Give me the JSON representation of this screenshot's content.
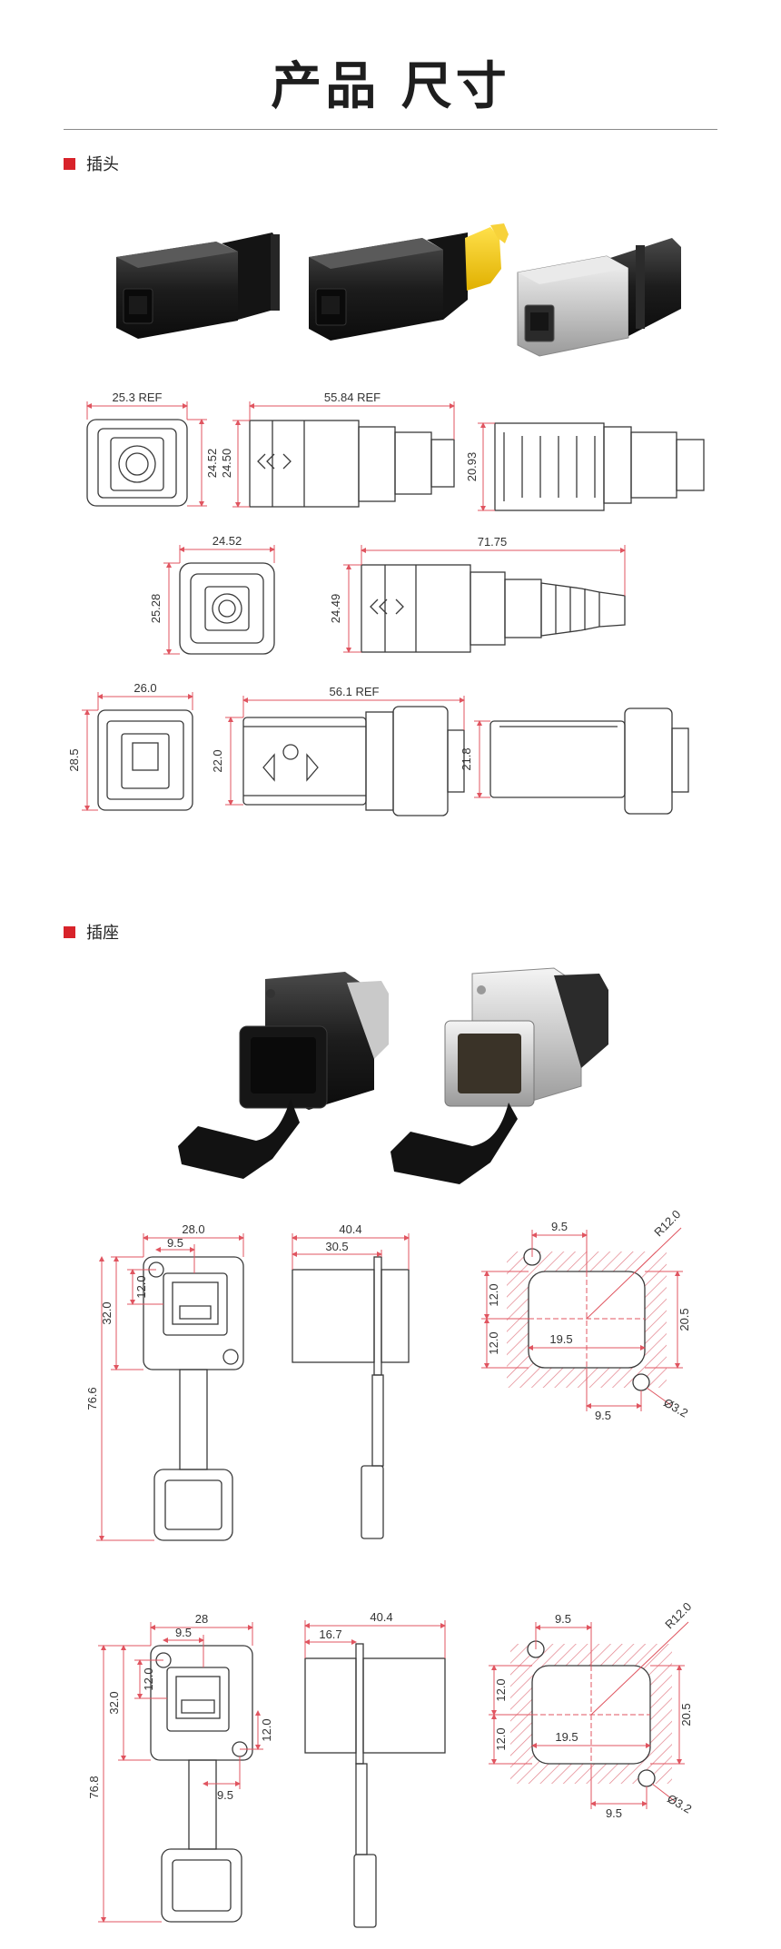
{
  "page": {
    "title": "产品 尺寸"
  },
  "sections": [
    {
      "label": "插头"
    },
    {
      "label": "插座"
    }
  ],
  "colors": {
    "accent": "#d8232a",
    "dimension": "#e05560",
    "hatch": "#e0707a",
    "outline": "#3a3a3a"
  },
  "plug": {
    "row1": {
      "front_w": "25.3 REF",
      "front_h": "24.52",
      "side_len": "55.84 REF",
      "side_h": "24.50",
      "top_h": "20.93"
    },
    "row2": {
      "front_w": "24.52",
      "front_h": "25.28",
      "side_len": "71.75",
      "side_h": "24.49"
    },
    "row3": {
      "front_w": "26.0",
      "front_h": "28.5",
      "side_len": "56.1 REF",
      "side_h": "22.0",
      "top_h": "21.8"
    }
  },
  "socket": {
    "a": {
      "w": "28.0",
      "hole_x": "9.5",
      "h_upper": "12.0",
      "h_body": "32.0",
      "h_total": "76.6",
      "side_total": "40.4",
      "side_part": "30.5",
      "cut_top": "9.5",
      "cut_r": "R12.0",
      "cut_h1": "12.0",
      "cut_h2": "12.0",
      "cut_inner_w": "19.5",
      "cut_right_h": "20.5",
      "cut_bottom": "9.5",
      "cut_hole": "Ø3.2"
    },
    "b": {
      "w": "28",
      "hole_x": "9.5",
      "h_upper": "12.0",
      "h_body": "32.0",
      "h_right": "12.0",
      "h_bottom": "9.5",
      "h_total": "76.8",
      "side_total": "40.4",
      "side_part": "16.7",
      "cut_top": "9.5",
      "cut_r": "R12.0",
      "cut_h1": "12.0",
      "cut_h2": "12.0",
      "cut_inner_w": "19.5",
      "cut_right_h": "20.5",
      "cut_bottom": "9.5",
      "cut_hole": "Ø3.2"
    }
  }
}
